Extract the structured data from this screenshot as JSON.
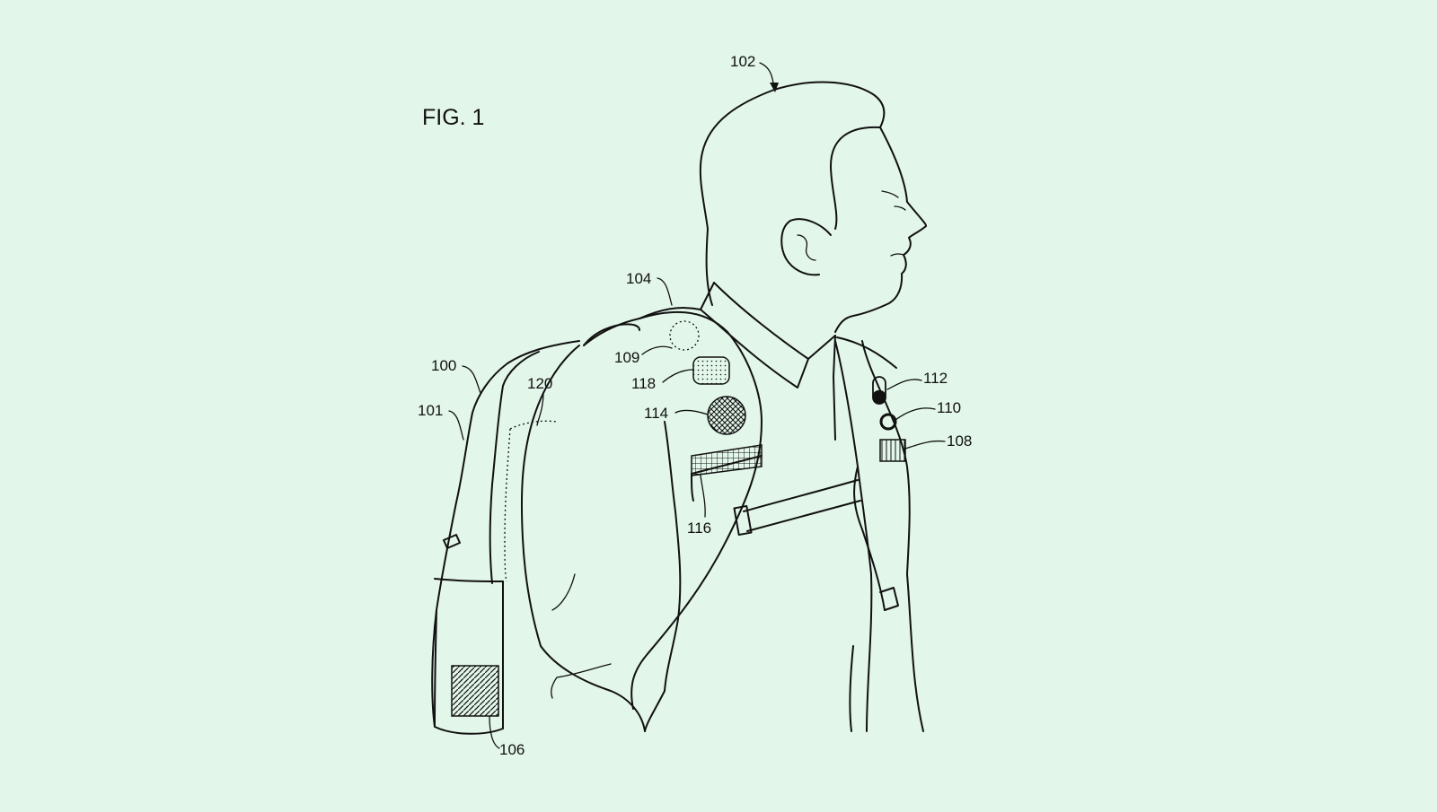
{
  "figure": {
    "title": "FIG. 1",
    "background_color": "#e2f6e9",
    "line_color": "#111111"
  },
  "labels": {
    "l100": "100",
    "l101": "101",
    "l102": "102",
    "l104": "104",
    "l106": "106",
    "l108": "108",
    "l109": "109",
    "l110": "110",
    "l112": "112",
    "l114": "114",
    "l116": "116",
    "l118": "118",
    "l120": "120"
  }
}
